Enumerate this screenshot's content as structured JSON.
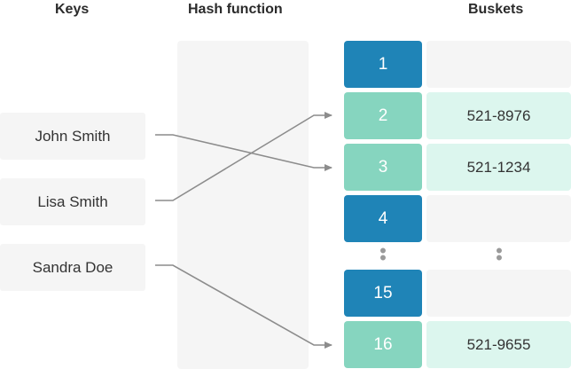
{
  "headers": {
    "keys": "Keys",
    "hash_function": "Hash function",
    "buckets": "Buskets"
  },
  "keys": [
    "John Smith",
    "Lisa Smith",
    "Sandra Doe"
  ],
  "indices": [
    "1",
    "2",
    "3",
    "4",
    "15",
    "16"
  ],
  "buckets": [
    "",
    "521-8976",
    "521-1234",
    "",
    "",
    "521-9655"
  ],
  "colors": {
    "empty_index": "#1f84b7",
    "filled_index": "#86d5bf",
    "filled_bucket": "#dcf6ee",
    "panel": "#f5f5f5",
    "arrow": "#8c8c8c"
  }
}
